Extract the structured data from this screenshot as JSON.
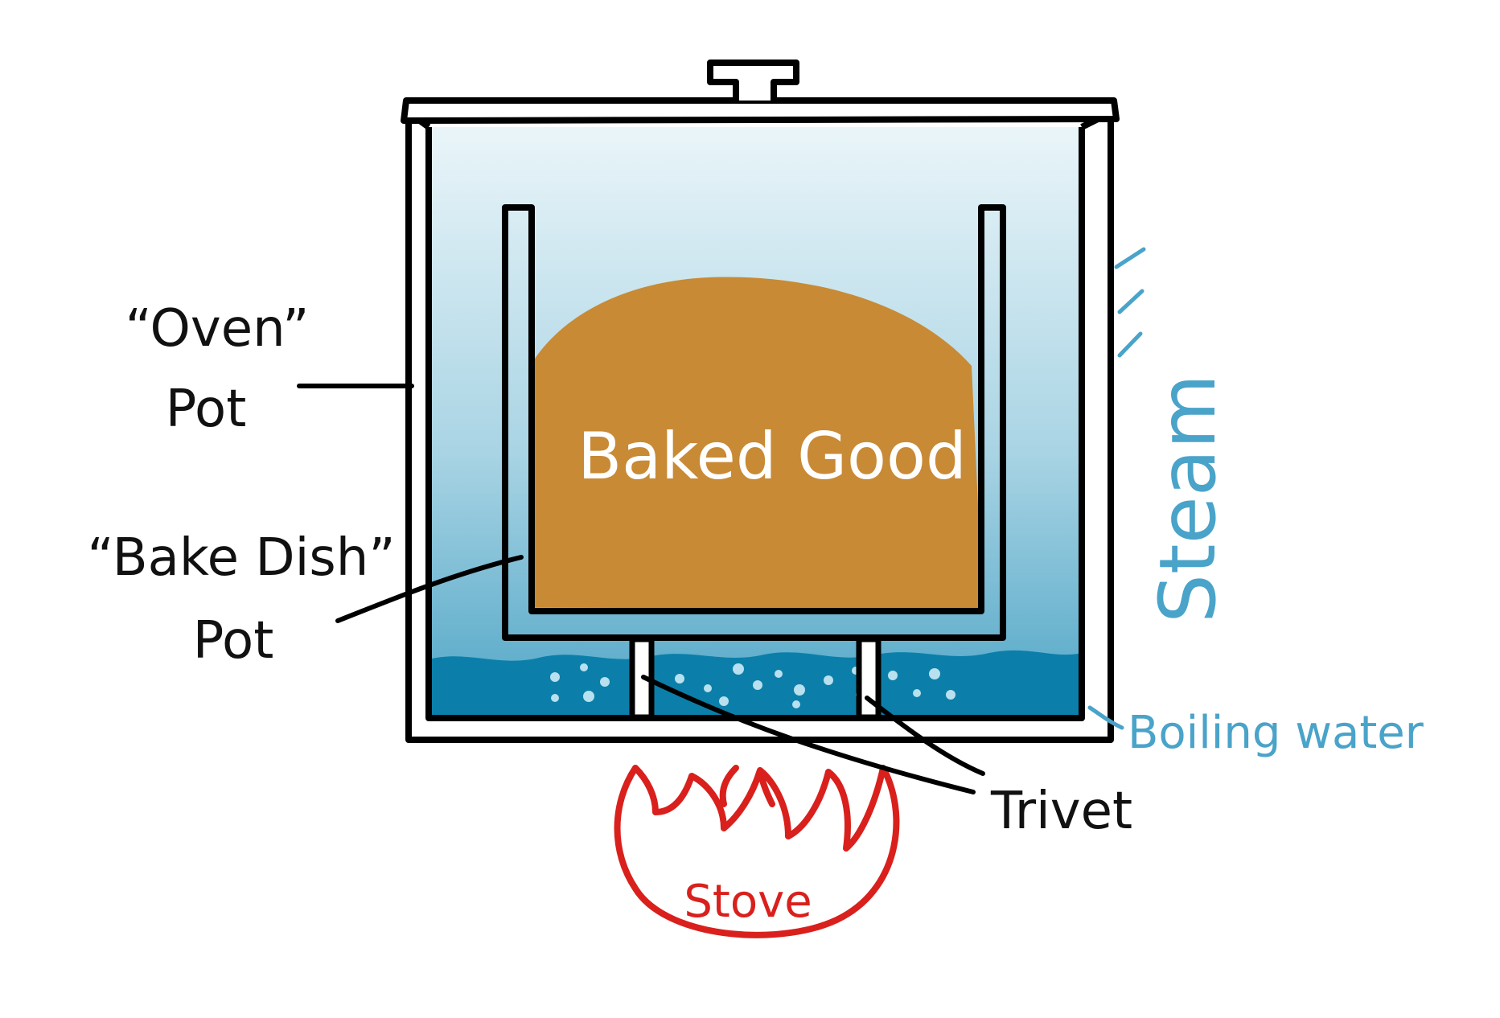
{
  "labels": {
    "oven_pot": {
      "line1": "“Oven”",
      "line2": "Pot"
    },
    "bake_dish": {
      "line1": "“Bake Dish”",
      "line2": "Pot"
    },
    "baked_good": "Baked Good",
    "steam": "Steam",
    "boiling_water": "Boiling water",
    "trivet": "Trivet",
    "stove": "Stove"
  },
  "colors": {
    "outline": "#000000",
    "steam_top": "#e9f4f8",
    "steam_bottom": "#5aaac8",
    "water": "#0b7fa9",
    "baked_good": "#c88a35",
    "flame": "#d9201c",
    "label_blue": "#4aa3c9"
  }
}
